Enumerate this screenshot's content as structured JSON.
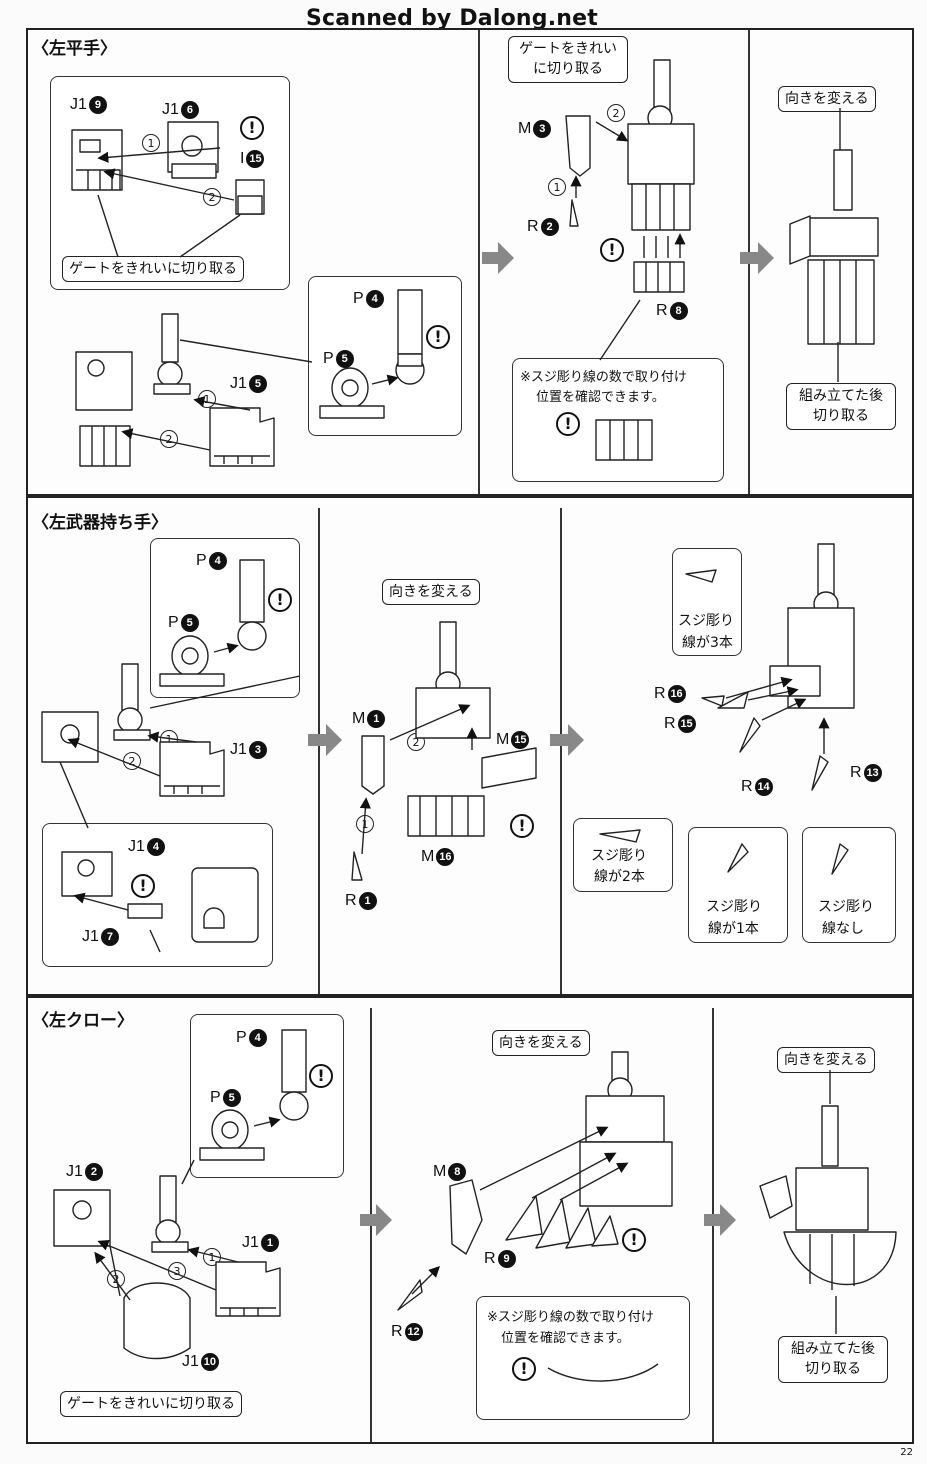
{
  "watermark": "Scanned by Dalong.net",
  "page_number": "22",
  "sections": {
    "s1": {
      "title": "〈左平手〉"
    },
    "s2": {
      "title": "〈左武器持ち手〉"
    },
    "s3": {
      "title": "〈左クロー〉"
    }
  },
  "callouts": {
    "gate_clean": "ゲートをきれいに切り取る",
    "gate_clean_line1": "ゲートをきれい",
    "gate_clean_line2": "に切り取る",
    "change_dir": "向きを変える",
    "assemble_cut_line1": "組み立てた後",
    "assemble_cut_line2": "切り取る",
    "suji_note_line1": "※スジ彫り線の数で取り付け",
    "suji_note_line2": "位置を確認できます。",
    "suji_3_line1": "スジ彫り",
    "suji_3_line2": "線が3本",
    "suji_2_line1": "スジ彫り",
    "suji_2_line2": "線が2本",
    "suji_1_line1": "スジ彫り",
    "suji_1_line2": "線が1本",
    "suji_0_line1": "スジ彫り",
    "suji_0_line2": "線なし"
  },
  "labels": {
    "J1": "J1",
    "P": "P",
    "M": "M",
    "R": "R",
    "I": "I",
    "n1": "1",
    "n2": "2",
    "n3": "3",
    "n4": "4",
    "n5": "5",
    "n6": "6",
    "n7": "7",
    "n8": "8",
    "n9": "9",
    "n10": "10",
    "n12": "12",
    "n13": "13",
    "n14": "14",
    "n15": "15",
    "n16": "16",
    "warn": "!"
  }
}
